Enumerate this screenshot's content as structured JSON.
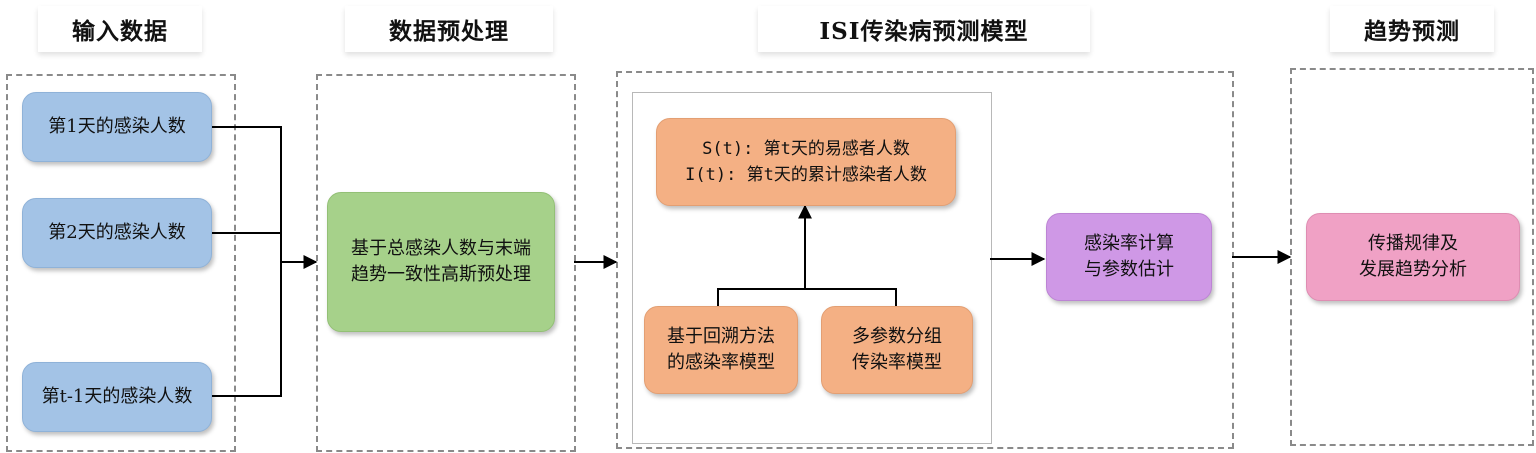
{
  "headers": {
    "input": "输入数据",
    "preprocess": "数据预处理",
    "model": "ISI传染病预测模型",
    "trend": "趋势预测"
  },
  "inputs": {
    "day1": "第1天的感染人数",
    "day2": "第2天的感染人数",
    "day_t_minus_1": "第t-1天的感染人数"
  },
  "preprocess_box": "基于总感染人数与末端\n趋势一致性高斯预处理",
  "model": {
    "state_box": "S(t): 第t天的易感者人数\nI(t): 第t天的累计感染者人数",
    "backtrack_box": "基于回溯方法\n的感染率模型",
    "multiparam_box": "多参数分组\n传染率模型"
  },
  "estimate_box": "感染率计算\n与参数估计",
  "trend_box": "传播规律及\n发展趋势分析",
  "colors": {
    "input": "#a3c3e6",
    "preprocess": "#a6d18a",
    "model": "#f4b084",
    "estimate": "#cf98e6",
    "trend": "#f0a1c5"
  }
}
